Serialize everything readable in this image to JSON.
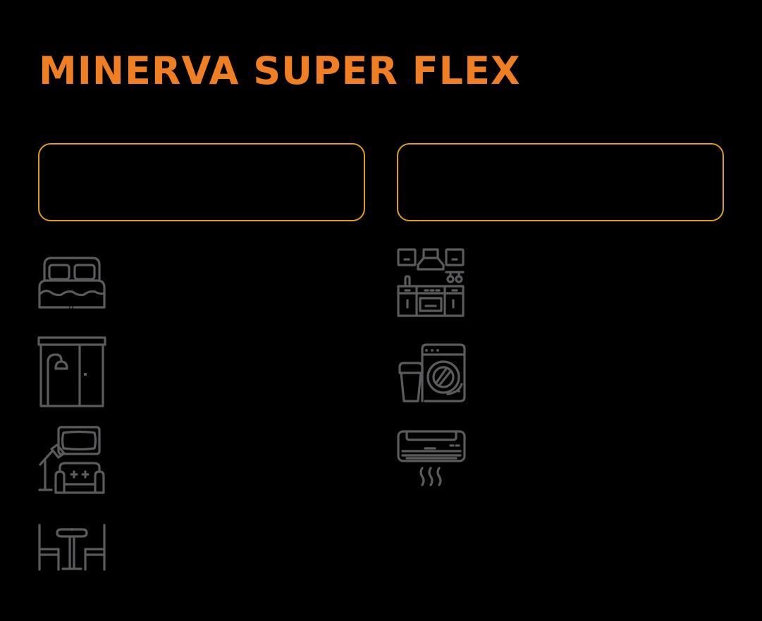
{
  "header": {
    "title": "MINERVA SUPER FLEX"
  },
  "colors": {
    "title": "#EF7F22",
    "box_border": "#E09F13",
    "icon": "#5B5B5D",
    "background": "#000000"
  },
  "panels": [
    {
      "id": "left-panel",
      "content": ""
    },
    {
      "id": "right-panel",
      "content": ""
    }
  ],
  "amenities": {
    "left_column": [
      {
        "icon": "bed-icon"
      },
      {
        "icon": "shower-bathroom-icon"
      },
      {
        "icon": "living-room-sofa-tv-icon"
      },
      {
        "icon": "dining-table-chairs-icon"
      }
    ],
    "right_column": [
      {
        "icon": "kitchen-icon"
      },
      {
        "icon": "washing-machine-icon"
      },
      {
        "icon": "air-conditioner-icon"
      }
    ]
  }
}
